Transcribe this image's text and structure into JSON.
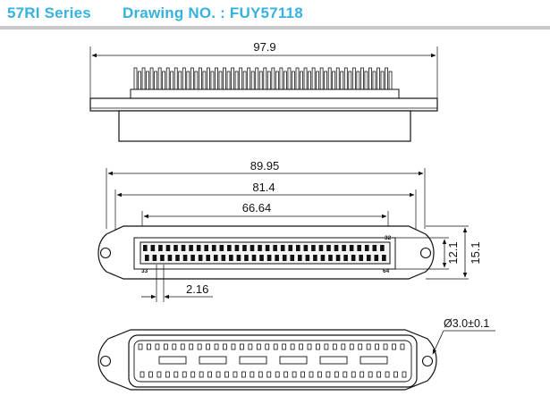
{
  "header": {
    "series": "57RI Series",
    "drawing": "Drawing NO. : FUY57118",
    "color": "#36b2e0"
  },
  "dimensions": {
    "side_width": "97.9",
    "overall_width": "89.95",
    "shell_width": "81.4",
    "contact_span": "66.64",
    "pitch": "2.16",
    "body_height": "12.1",
    "flange_height": "15.1",
    "hole_diameter": "Ø3.0±0.1"
  },
  "pin_labels": {
    "top_right": "32",
    "bottom_left": "33",
    "bottom_right": "64"
  },
  "pins_per_row": 32
}
